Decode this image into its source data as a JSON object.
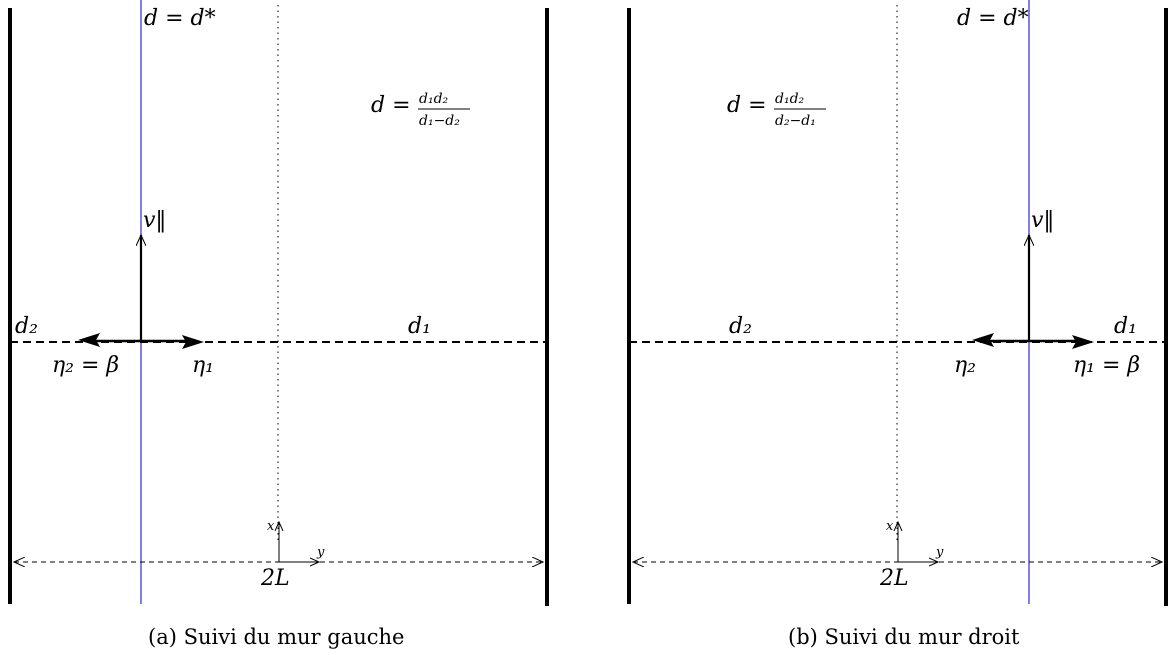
{
  "panels": [
    {
      "caption": "(a) Suivi du mur gauche",
      "label_dstar": "d = d*",
      "label_d_prefix": "d =",
      "frac_num": "d₁d₂",
      "frac_den": "d₁−d₂",
      "label_v": "v‖",
      "label_d_left": "d₂",
      "label_d_right": "d₁",
      "label_eta_left": "η₂ = β",
      "label_eta_right": "η₁",
      "label_2L": "2L",
      "axis_x": "x",
      "axis_y": "y"
    },
    {
      "caption": "(b) Suivi du mur droit",
      "label_dstar": "d = d*",
      "label_d_prefix": "d =",
      "frac_num": "d₁d₂",
      "frac_den": "d₂−d₁",
      "label_v": "v‖",
      "label_d_left": "d₂",
      "label_d_right": "d₁",
      "label_eta_left": "η₂",
      "label_eta_right": "η₁ = β",
      "label_2L": "2L",
      "axis_x": "x",
      "axis_y": "y"
    }
  ],
  "colors": {
    "blue_line": "#2b2bd6",
    "ink": "#000000"
  }
}
